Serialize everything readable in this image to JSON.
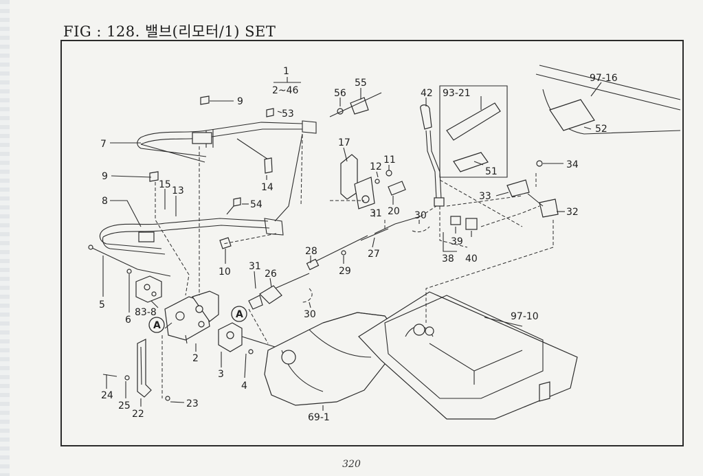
{
  "page": {
    "title": "FIG : 128. 밸브(리모터/1) SET",
    "page_number": "320"
  },
  "callouts": {
    "c1": "1",
    "c2_46": "2~46",
    "c9a": "9",
    "c53": "53",
    "c56": "56",
    "c55": "55",
    "c42": "42",
    "c93_21": "93-21",
    "c97_16": "97-16",
    "c52": "52",
    "c7": "7",
    "c17": "17",
    "c11": "11",
    "c12": "12",
    "c14": "14",
    "c51": "51",
    "c34": "34",
    "c9b": "9",
    "c15": "15",
    "c13": "13",
    "c8": "8",
    "c54": "54",
    "c33": "33",
    "c20": "20",
    "c32": "32",
    "c31a": "31",
    "c30a": "30",
    "c39": "39",
    "c10": "10",
    "c28": "28",
    "c27": "27",
    "c38": "38",
    "c40": "40",
    "c29": "29",
    "c31b": "31",
    "c26": "26",
    "c5": "5",
    "c6": "6",
    "c83_8": "83-8",
    "c30b": "30",
    "c97_10": "97-10",
    "cA1": "A",
    "cA2": "A",
    "c2": "2",
    "c3": "3",
    "c4": "4",
    "c24": "24",
    "c25": "25",
    "c22": "22",
    "c23": "23",
    "c69_1": "69-1"
  }
}
